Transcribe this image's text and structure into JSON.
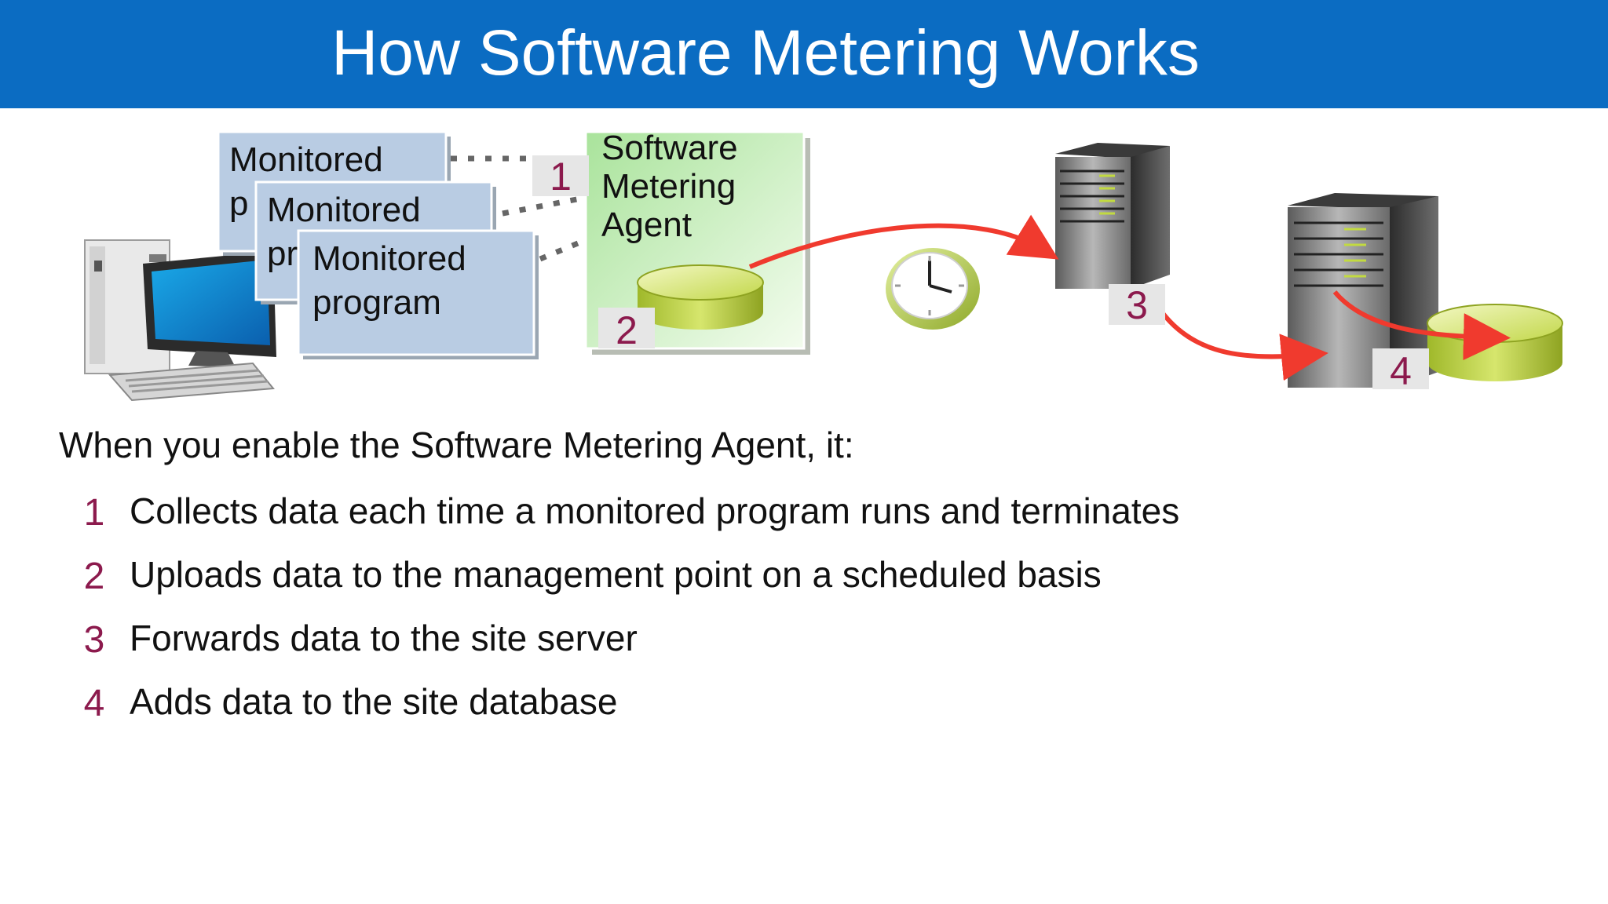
{
  "title": "How Software Metering Works",
  "diagram": {
    "monitored_program_1": "Monitored\np",
    "monitored_program_2": "Monitored\npr",
    "monitored_program_3": "Monitored\nprogram",
    "agent_label": "Software\nMetering\nAgent",
    "badges": [
      "1",
      "2",
      "3",
      "4"
    ]
  },
  "intro": "When you enable the Software Metering Agent, it:",
  "steps": [
    {
      "num": "1",
      "text": "Collects data each time a monitored program runs and terminates"
    },
    {
      "num": "2",
      "text": "Uploads data to the management point on a scheduled basis"
    },
    {
      "num": "3",
      "text": "Forwards data to the site server"
    },
    {
      "num": "4",
      "text": "Adds data to the site database"
    }
  ],
  "colors": {
    "title_bar": "#0b6cc2",
    "program_box": "#b9cce3",
    "agent_box": "#c9efbf",
    "arrow": "#f03a2e",
    "step_number": "#8c1a4d",
    "database": "#c8dc5a"
  }
}
